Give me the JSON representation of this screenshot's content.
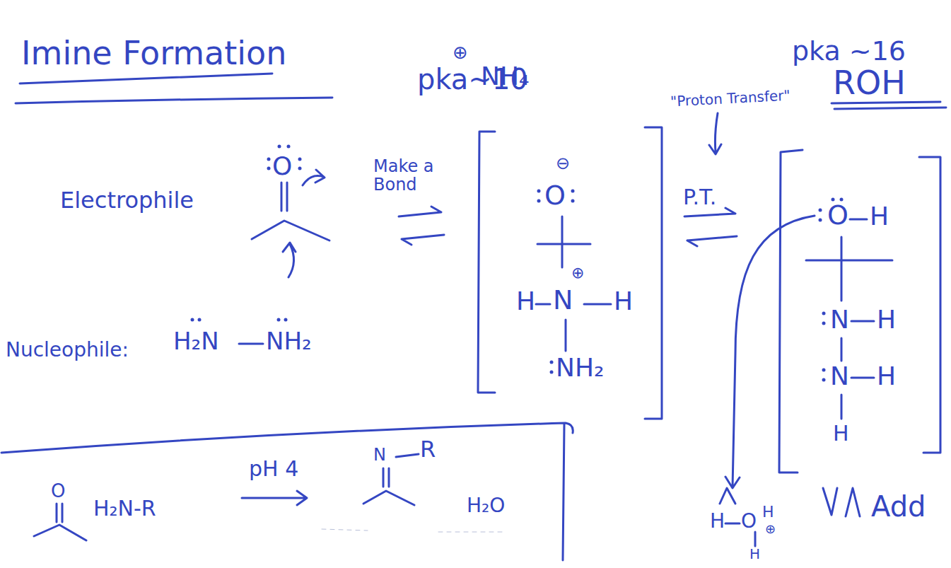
{
  "diagram": {
    "title": "Imine Formation",
    "labels": [
      "pka~10",
      "⊕",
      "NH₄",
      "pka ~16",
      "ROH",
      "\"Proton Transfer\"",
      "Electrophile",
      "Nucleophile:",
      "Make a Bond",
      "P.T.",
      "O",
      "H₂N",
      "NH₂",
      "⊖",
      "O",
      "H",
      "N",
      "⊕",
      "H",
      "NH₂",
      "O",
      "H",
      "N",
      "H",
      "N",
      "H",
      "H",
      "H",
      "O",
      "H",
      "⊕",
      "H",
      "Add",
      "O",
      "H₂N-R",
      "pH 4",
      "N",
      "R",
      "H₂O"
    ]
  }
}
